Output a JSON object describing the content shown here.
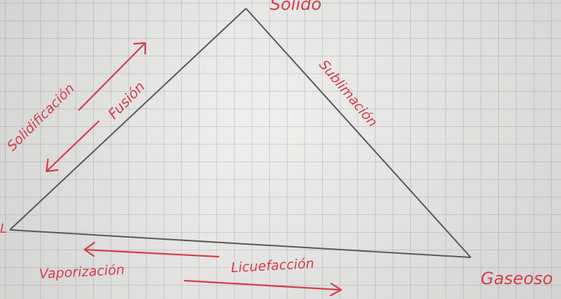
{
  "vertices": {
    "top": "Sólido",
    "left": "L",
    "right": "Gaseoso"
  },
  "labels": {
    "solidificacion": "Solidificación",
    "fusion": "Fusión",
    "sublimacion": "Sublimación",
    "vaporizacion": "Vaporización",
    "licuefaccion": "Licuefacción"
  },
  "colors": {
    "ink": "#d2404a",
    "pencil": "#5a5a5a"
  }
}
